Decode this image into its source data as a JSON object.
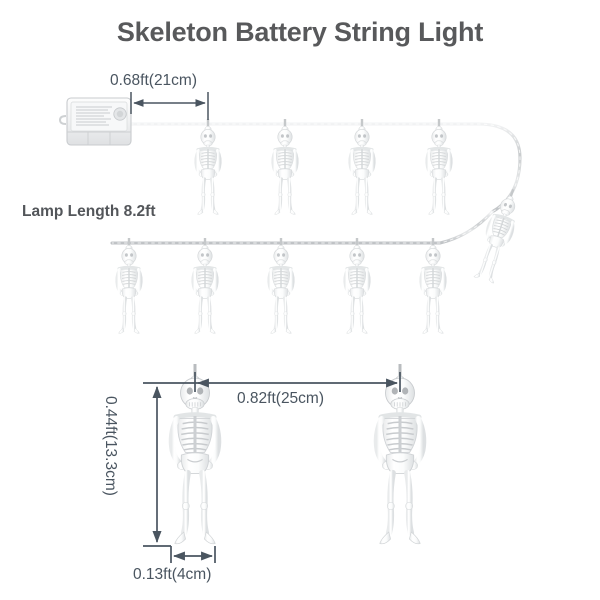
{
  "page": {
    "title": "Skeleton Battery String Light",
    "background_color": "#ffffff",
    "title_color": "#58595b",
    "dimension_color": "#4a5560",
    "wire_color": "#d8dadc",
    "skeleton_color": "#ffffff"
  },
  "annotations": {
    "spacing_box_to_first": "0.68ft(21cm)",
    "lamp_length": "Lamp Length 8.2ft",
    "spacing_between": "0.82ft(25cm)",
    "skeleton_height": "0.44ft(13.3cm)",
    "skeleton_width": "0.13ft(4cm)"
  },
  "product": {
    "battery_box": "battery-box",
    "rows": [
      {
        "name": "row-1",
        "skeleton_count": 4,
        "has_curve": true,
        "curve_skeleton_count": 1
      },
      {
        "name": "row-2",
        "skeleton_count": 5,
        "has_curve": false,
        "curve_skeleton_count": 0
      }
    ],
    "detail_row": {
      "name": "detail-row",
      "skeleton_count": 2
    }
  }
}
